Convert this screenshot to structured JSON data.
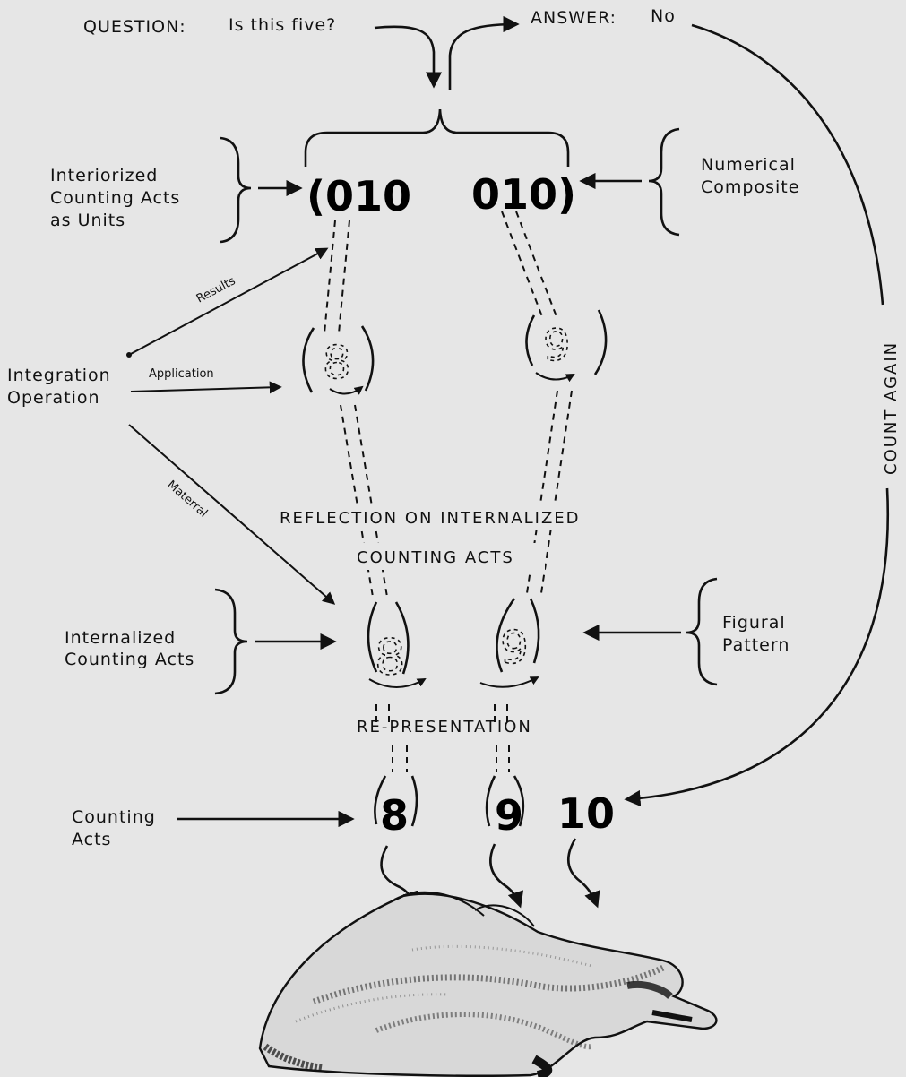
{
  "question": {
    "label": "QUESTION:",
    "text": "Is this five?"
  },
  "answer": {
    "label": "ANSWER:",
    "text": "No"
  },
  "count_again": "COUNT AGAIN",
  "left_labels": {
    "interiorized": [
      "Interiorized",
      "Counting Acts",
      "as Units"
    ],
    "integration": [
      "Integration",
      "Operation"
    ],
    "internalized": [
      "Internalized",
      "Counting Acts"
    ],
    "counting_acts": [
      "Counting",
      "Acts"
    ]
  },
  "right_labels": {
    "numerical": [
      "Numerical",
      "Composite"
    ],
    "figural": [
      "Figural",
      "Pattern"
    ]
  },
  "arrow_labels": {
    "results": "Results",
    "application": "Application",
    "material": "Materral"
  },
  "composites": {
    "left": "(010",
    "right": "010)"
  },
  "reflection": [
    "REFLECTION ON INTERNALIZED",
    "COUNTING ACTS"
  ],
  "representation": "RE-PRESENTATION",
  "counts": {
    "eight": "8",
    "nine": "9",
    "ten": "10"
  },
  "patterns": {
    "eight": "8",
    "nine": "9"
  }
}
